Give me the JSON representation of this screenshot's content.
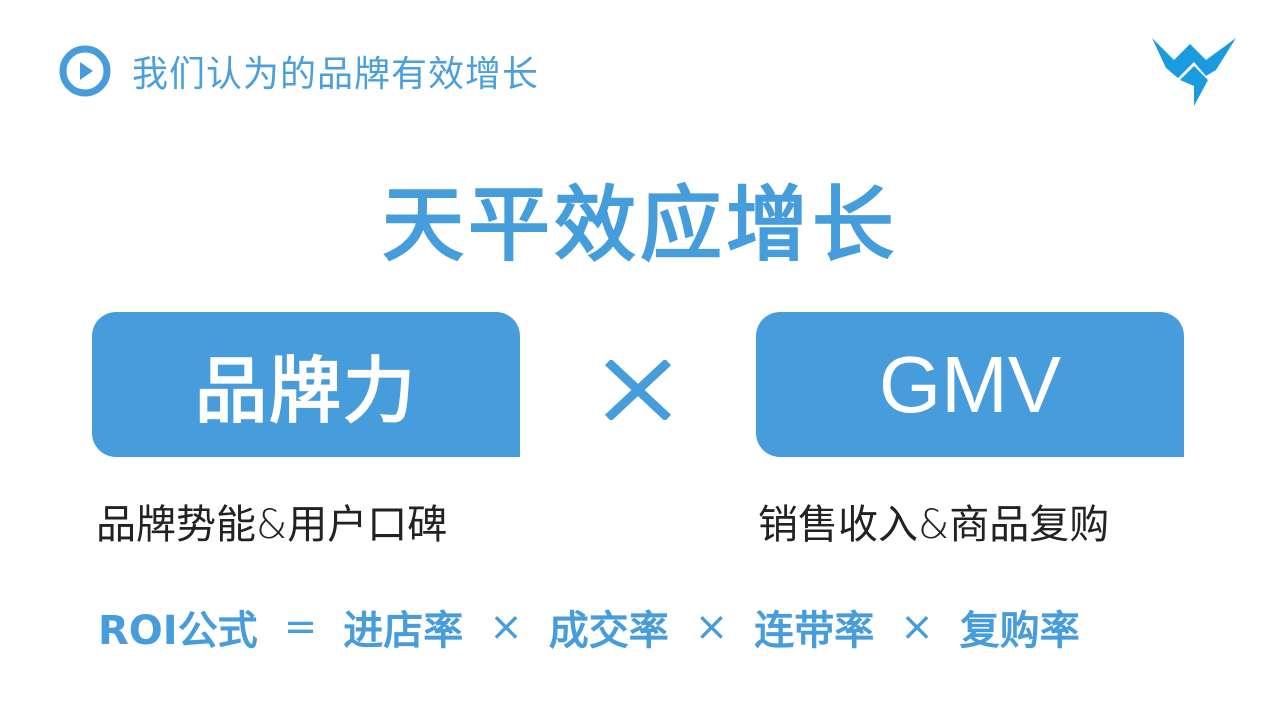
{
  "header": {
    "title": "我们认为的品牌有效增长",
    "icon": "play-circle-icon"
  },
  "logo": {
    "icon": "brand-logo-icon"
  },
  "main_title": "天平效应增长",
  "left_box": {
    "label": "品牌力",
    "subtitle": "品牌势能&用户口碑"
  },
  "operator": "×",
  "right_box": {
    "label": "GMV",
    "subtitle": "销售收入&商品复购"
  },
  "formula": {
    "label": "ROI公式",
    "equals": "=",
    "terms": [
      "进店率",
      "成交率",
      "连带率",
      "复购率"
    ],
    "multiply": "×"
  },
  "colors": {
    "accent": "#479ddb",
    "logo": "#1a9be0",
    "text": "#222222"
  }
}
